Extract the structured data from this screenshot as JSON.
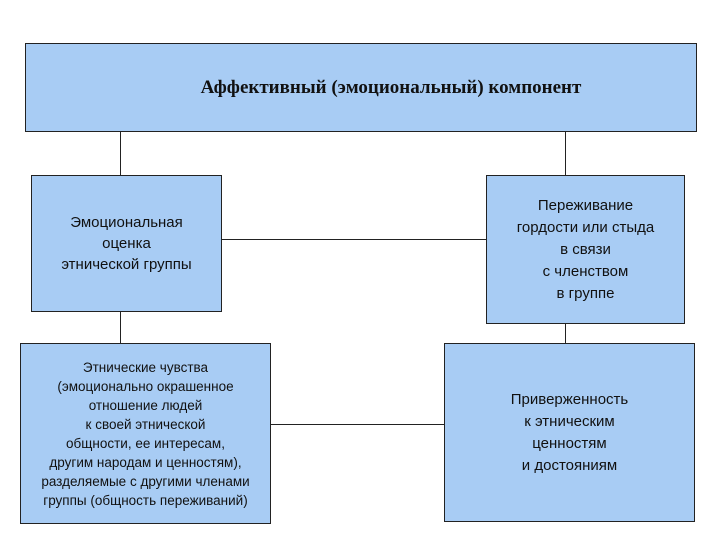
{
  "diagram": {
    "top": "Аффективный (эмоциональный) компонент",
    "b1": "Эмоциональная\nоценка\nэтнической группы",
    "b2": "Переживание\nгордости или стыда\nв связи\nс членством\nв группе",
    "b3": "Этнические чувства\n(эмоционально окрашенное\nотношение людей\nк своей этнической\nобщности, ее интересам,\nдругим народам и ценностям),\nразделяемые с другими членами\nгруппы (общность переживаний)",
    "b4": "Приверженность\nк этническим\nценностям\nи достояниям"
  },
  "colors": {
    "box_fill": "#a8ccf4",
    "border": "#222222"
  }
}
